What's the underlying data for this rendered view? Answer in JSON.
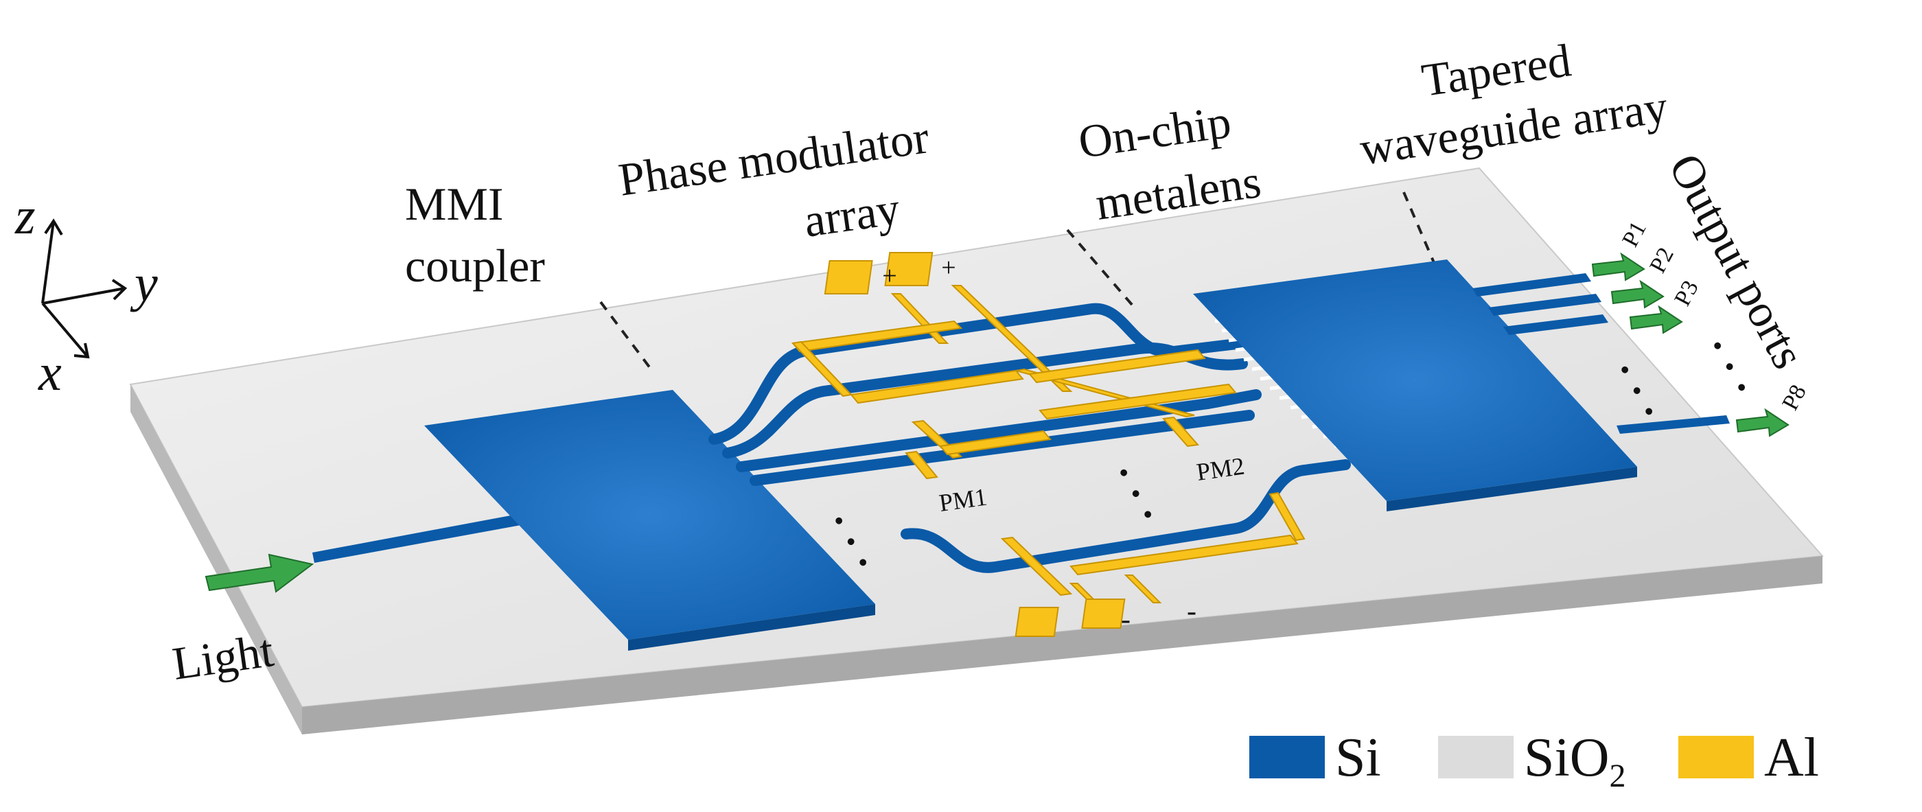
{
  "labels": {
    "mmi_line1": "MMI",
    "mmi_line2": "coupler",
    "pma_line1": "Phase modulator",
    "pma_line2": "array",
    "metalens_line1": "On-chip",
    "metalens_line2": "metalens",
    "tapered_line1": "Tapered",
    "tapered_line2": "waveguide array",
    "output_ports": "Output ports",
    "light": "Light",
    "pm1": "PM1",
    "pm2": "PM2",
    "ellipsis": "· · ·"
  },
  "axes": {
    "z": "z",
    "y": "y",
    "x": "x"
  },
  "electrodes": {
    "plus": "+",
    "minus": "-"
  },
  "ports": [
    "P1",
    "P2",
    "P3",
    "P8"
  ],
  "legend": [
    {
      "label": "Si",
      "color": "#0a5aa8"
    },
    {
      "label": "SiO",
      "sub": "2",
      "color": "#dcdcdc"
    },
    {
      "label": "Al",
      "color": "#f8c21a"
    }
  ],
  "colors": {
    "silicon": "#0a5aa8",
    "silicon_light": "#2f7fd0",
    "oxide_top": "#e9e9e9",
    "oxide_side": "#a9a9a9",
    "aluminum": "#f8c21a",
    "aluminum_dark": "#c89400",
    "arrow": "#3aa64a"
  }
}
